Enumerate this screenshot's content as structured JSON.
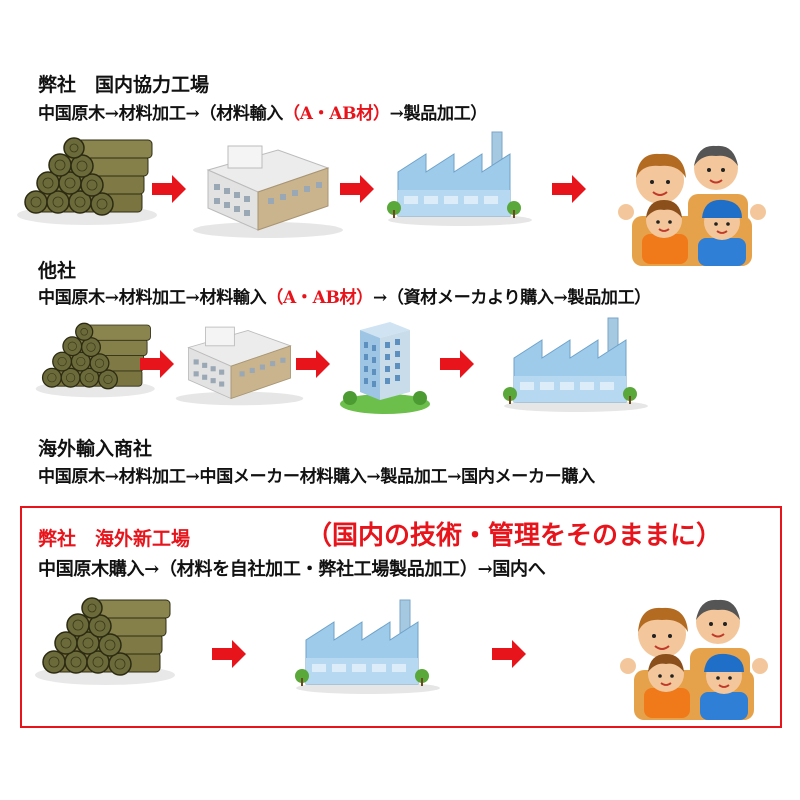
{
  "row1": {
    "heading": "弊社　国内協力工場",
    "flow_before": "中国原木→材料加工→（材料輸入",
    "flow_red": "（A・AB材）",
    "flow_after": "→製品加工）"
  },
  "row2": {
    "heading": "他社",
    "flow_before": "中国原木→材料加工→材料輸入",
    "flow_red": "（A・AB材）",
    "flow_after": "→（資材メーカより購入→製品加工）"
  },
  "row3": {
    "heading": "海外輸入商社",
    "flow": "中国原木→材料加工→中国メーカー材料購入→製品加工→国内メーカー購入"
  },
  "row4": {
    "heading": "弊社　海外新工場",
    "tagline": "（国内の技術・管理をそのままに）",
    "flow": "中国原木購入→（材料を自社加工・弊社工場製品加工）→国内へ"
  },
  "colors": {
    "accent_red": "#e8141b",
    "factory_blue": "#8fc3e6",
    "log_color": "#5c5a2c"
  },
  "icons": [
    "logs-icon",
    "arrow-right-icon",
    "warehouse-icon",
    "factory-icon",
    "office-building-icon",
    "family-icon"
  ]
}
